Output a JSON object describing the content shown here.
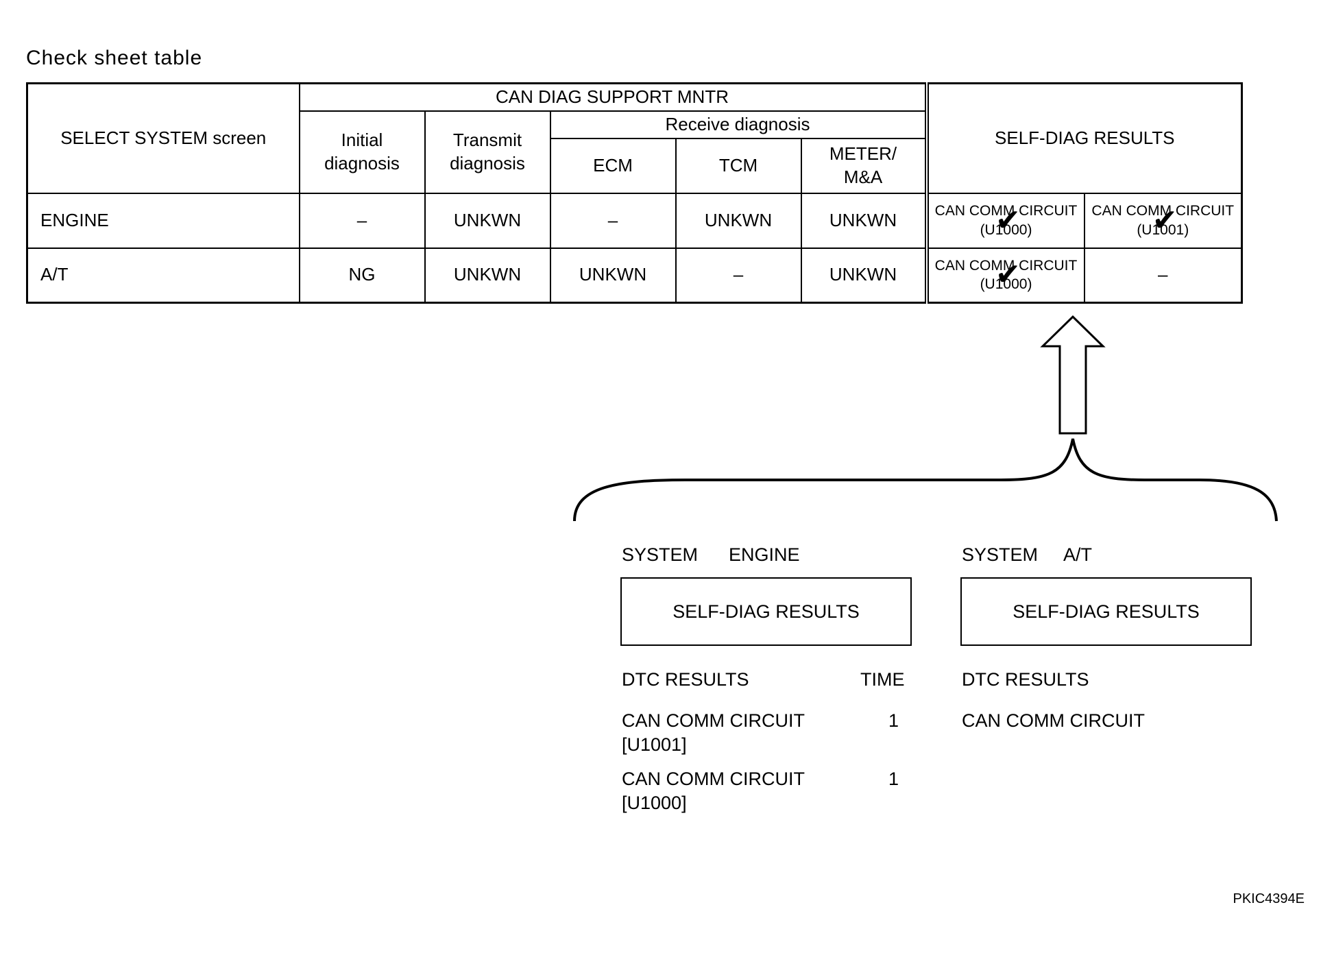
{
  "title": "Check sheet table",
  "table": {
    "select_system_header": "SELECT SYSTEM screen",
    "can_diag_header": "CAN DIAG SUPPORT MNTR",
    "receive_header": "Receive diagnosis",
    "col_initial": "Initial\ndiagnosis",
    "col_transmit": "Transmit\ndiagnosis",
    "col_ecm": "ECM",
    "col_tcm": "TCM",
    "col_meter": "METER/\nM&A",
    "self_diag_header": "SELF-DIAG RESULTS",
    "rows": [
      {
        "system": "ENGINE",
        "initial": "–",
        "transmit": "UNKWN",
        "ecm": "–",
        "tcm": "UNKWN",
        "meter": "UNKWN",
        "self_diag_1": "CAN COMM CIRCUIT\n(U1000)",
        "self_diag_2": "CAN COMM CIRCUIT\n(U1001)"
      },
      {
        "system": "A/T",
        "initial": "NG",
        "transmit": "UNKWN",
        "ecm": "UNKWN",
        "tcm": "–",
        "meter": "UNKWN",
        "self_diag_1": "CAN COMM CIRCUIT\n(U1000)",
        "self_diag_2": "–"
      }
    ],
    "check_mark": "✔"
  },
  "engine_panel": {
    "system_label": "SYSTEM",
    "system_value": "ENGINE",
    "button": "SELF-DIAG RESULTS",
    "dtc_header": "DTC RESULTS",
    "time_header": "TIME",
    "results": [
      {
        "line1": "CAN COMM CIRCUIT",
        "line2": "[U1001]",
        "time": "1"
      },
      {
        "line1": "CAN COMM CIRCUIT",
        "line2": "[U1000]",
        "time": "1"
      }
    ]
  },
  "at_panel": {
    "system_label": "SYSTEM",
    "system_value": "A/T",
    "button": "SELF-DIAG RESULTS",
    "dtc_header": "DTC RESULTS",
    "results": [
      {
        "line1": "CAN COMM CIRCUIT"
      }
    ]
  },
  "figure_code": "PKIC4394E"
}
